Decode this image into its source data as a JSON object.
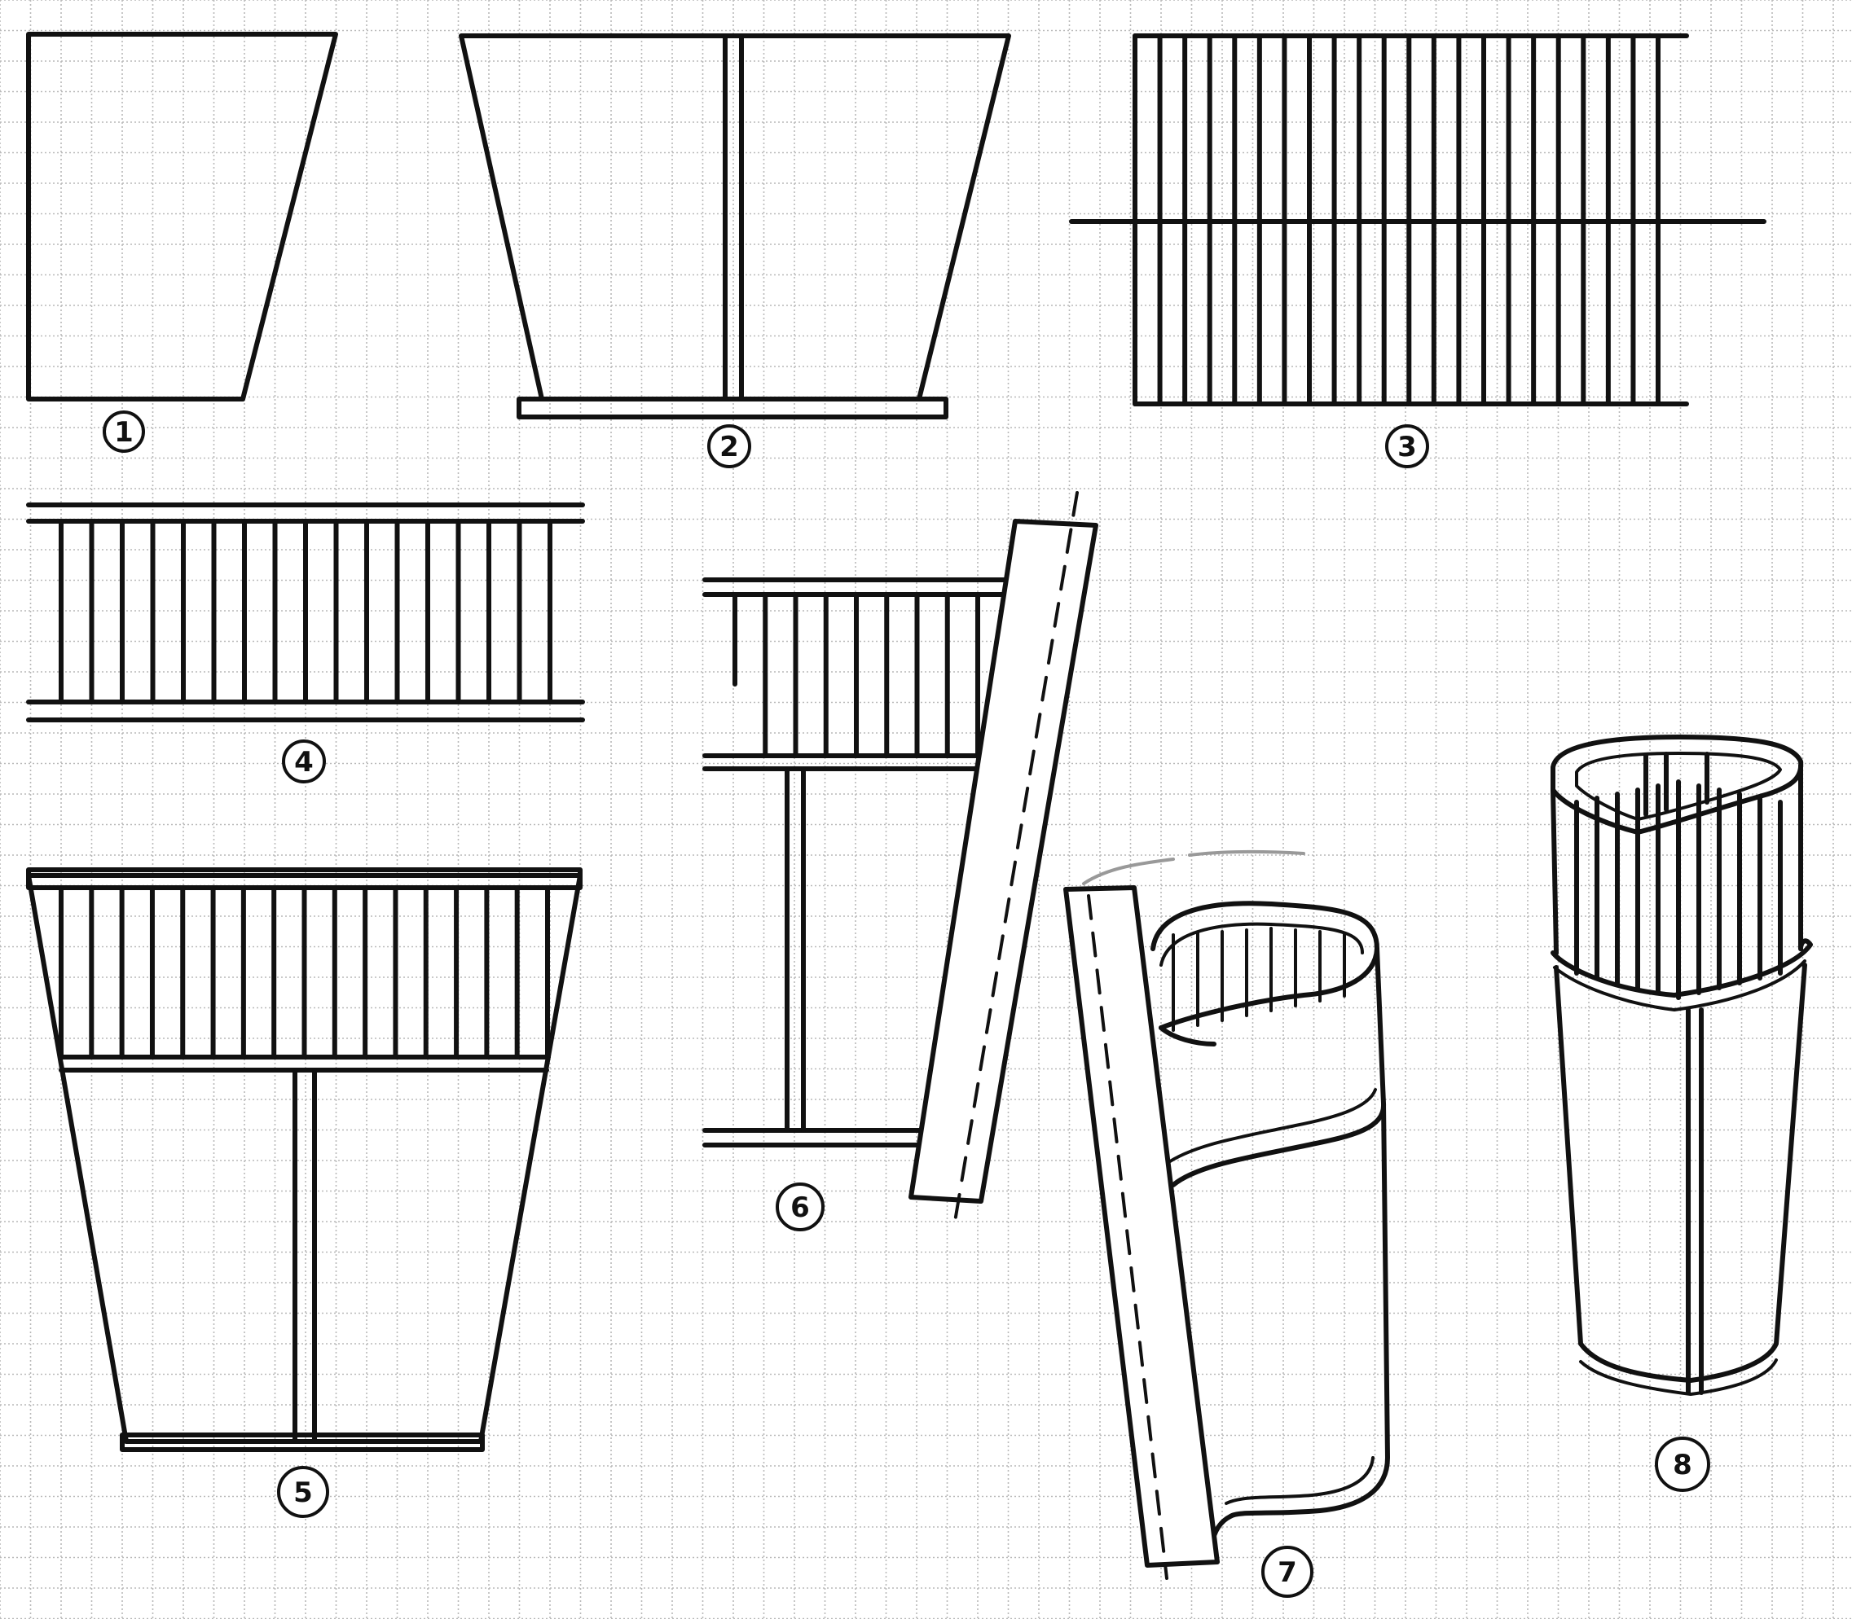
{
  "steps": [
    {
      "id": "1",
      "label": "1"
    },
    {
      "id": "2",
      "label": "2"
    },
    {
      "id": "3",
      "label": "3"
    },
    {
      "id": "4",
      "label": "4"
    },
    {
      "id": "5",
      "label": "5"
    },
    {
      "id": "6",
      "label": "6"
    },
    {
      "id": "7",
      "label": "7"
    },
    {
      "id": "8",
      "label": "8"
    }
  ],
  "colors": {
    "ink": "#111111",
    "grid": "#b9b9b9",
    "paper": "#ffffff"
  }
}
